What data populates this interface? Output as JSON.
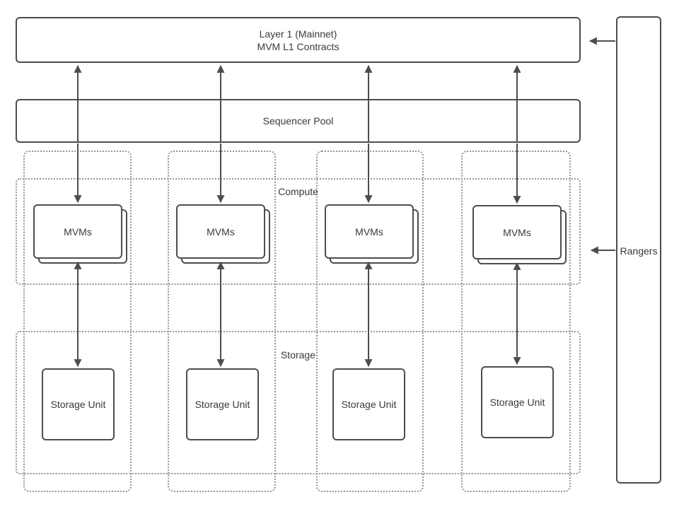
{
  "colors": {
    "line": "#4d4d4d",
    "box_border": "#4d4d4d",
    "dotted_border": "#949494",
    "text": "#3a3a3a",
    "background": "#ffffff"
  },
  "nodes": {
    "layer1": {
      "line1": "Layer 1 (Mainnet)",
      "line2": "MVM L1 Contracts"
    },
    "sequencer_pool": {
      "label": "Sequencer Pool"
    },
    "compute_region": {
      "label": "Compute"
    },
    "storage_region": {
      "label": "Storage"
    },
    "rangers": {
      "label": "Rangers"
    }
  },
  "columns": [
    {
      "mvms": "MVMs",
      "storage_unit": "Storage Unit"
    },
    {
      "mvms": "MVMs",
      "storage_unit": "Storage Unit"
    },
    {
      "mvms": "MVMs",
      "storage_unit": "Storage Unit"
    },
    {
      "mvms": "MVMs",
      "storage_unit": "Storage Unit"
    }
  ]
}
